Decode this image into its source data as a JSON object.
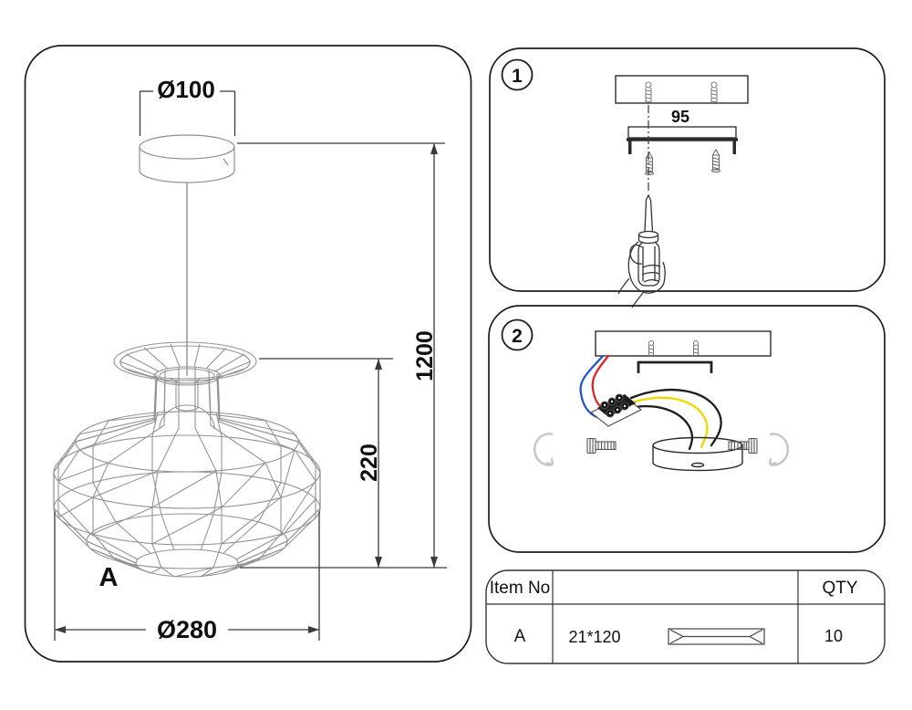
{
  "dimension_panel": {
    "canopy_diameter": "Ø100",
    "total_height": "1200",
    "shade_height": "220",
    "shade_diameter": "Ø280",
    "part_label": "A"
  },
  "steps": {
    "step1": {
      "number": "1",
      "bracket_width": "95"
    },
    "step2": {
      "number": "2"
    }
  },
  "parts_table": {
    "item_no_header": "Item No",
    "qty_header": "QTY",
    "rows": [
      {
        "item": "A",
        "size": "21*120",
        "qty": "10"
      }
    ]
  },
  "colors": {
    "panel_line": "#1c1c1c",
    "drawing_line": "#909090",
    "dimension_line": "#3a3a3a",
    "wire_red": "#e02424",
    "wire_blue": "#2255cc",
    "wire_yellow": "#f0d500",
    "wire_black": "#1b1b1b",
    "rotate_arrow": "#c6c6c6"
  }
}
